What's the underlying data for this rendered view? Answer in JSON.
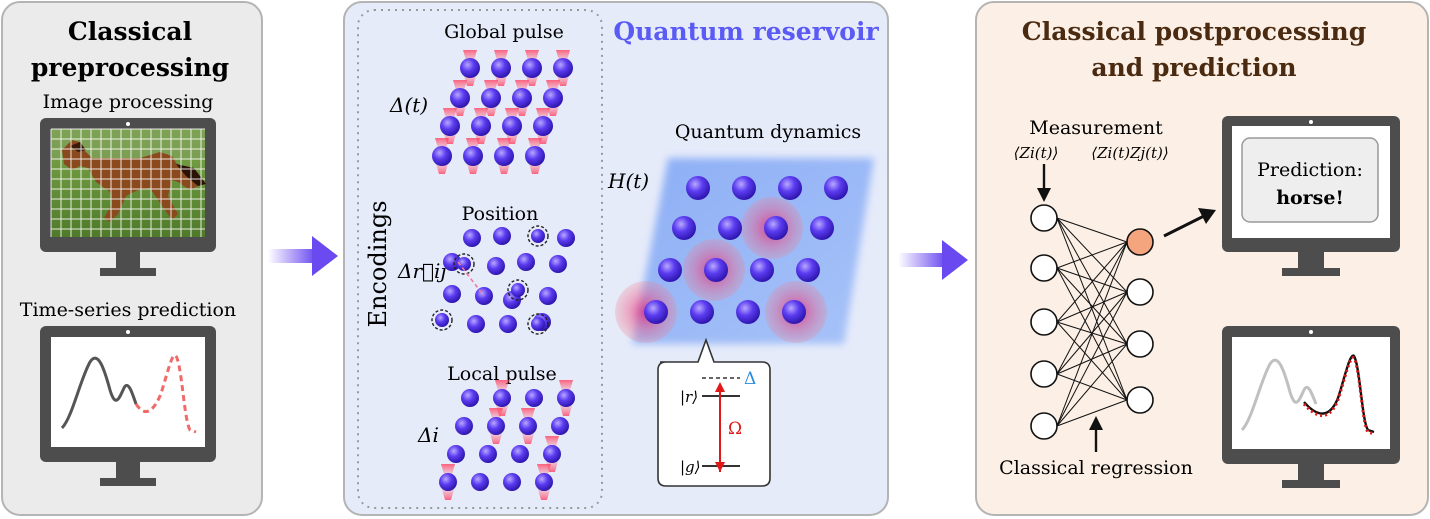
{
  "panels": {
    "preprocessing": {
      "title_lines": [
        "Classical",
        "preprocessing"
      ],
      "image_label": "Image processing",
      "timeseries_label": "Time-series prediction"
    },
    "reservoir": {
      "title": "Quantum reservoir",
      "encodings_label": "Encodings",
      "global_pulse": "Global pulse",
      "global_symbol": "Δ(t)",
      "position": "Position",
      "position_symbol": "Δr⃗ij",
      "local_pulse": "Local pulse",
      "local_symbol": "Δi",
      "dynamics_label": "Quantum dynamics",
      "hamiltonian": "H(t)",
      "level_r": "|r⟩",
      "level_g": "|g⟩",
      "detuning": "Δ",
      "rabi": "Ω"
    },
    "postprocessing": {
      "title_lines": [
        "Classical postprocessing",
        "and prediction"
      ],
      "measurement": "Measurement",
      "observable_1": "⟨Zi(t)⟩",
      "observable_2": "⟨Zi(t)Zj(t)⟩",
      "prediction_label": "Prediction:",
      "prediction_value": "horse!",
      "regression_label": "Classical regression"
    }
  },
  "colors": {
    "panel_left": "#ebebeb",
    "panel_middle": "#e6ebfa",
    "panel_right": "#fcf0e6",
    "title_middle": "#5a5af5",
    "title_right": "#4a2a10",
    "atom": "#5a3ee8",
    "arrow": "#6a4af0",
    "detuning_blue": "#2b8be0",
    "rabi_red": "#e01818",
    "output_node": "#f4a57e",
    "monitor": "#555555",
    "prediction_dotted": "#e01818"
  }
}
